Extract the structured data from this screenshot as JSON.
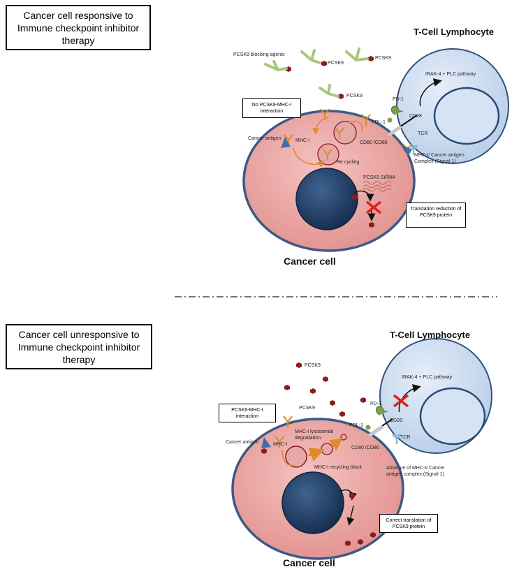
{
  "top": {
    "header": "Cancer cell responsive to Immune  checkpoint inhibitor therapy",
    "tcell_title": "T-Cell Lymphocyte",
    "cancer_title": "Cancer cell",
    "pcsk9_blocking": "PCSK9 blocking agents",
    "pcsk9_labels": [
      "PCSK9",
      "PCSK9",
      "PCSK9"
    ],
    "no_interaction_box": "No PCSK9-MHC-I interaction",
    "pathway": "IRAK-4  + PLC pathway",
    "pd1": "PD-1",
    "pdl1": "PDL-1",
    "cd28": "CD28",
    "cd80": "CD80 /CD86",
    "tcr": "TCR",
    "cancer_antigen": "Cancer antigen",
    "mhc": "MHC-I",
    "recycling": "Re cycling",
    "mhc_complex": "MHC-I/ Cancer antigen Complex (Signal 1)",
    "sirna": "PCSK9 SiRNA",
    "translation_box": "Translation reduction of PCSK9 protein"
  },
  "bottom": {
    "header": "Cancer cell unresponsive to Immune  checkpoint inhibitor therapy",
    "tcell_title": "T-Cell Lymphocyte",
    "cancer_title": "Cancer cell",
    "pcsk9_top": "PCSK9",
    "pcsk9_side": "PCSK9",
    "interaction_box": "PCSK9-MHC-I interaction",
    "pathway": "IRAK-4  + PLC pathway",
    "pd1": "PD-1",
    "pdl1": "PDL-1",
    "cd28": "CD28",
    "cd80": "CD80 /CD86",
    "tcr": "TCR",
    "cancer_antigen": "Cancer antigen",
    "mhc": "MHC-I",
    "lysosomal": "MHC-I lysosomial degradation",
    "recycling_block": "MHC-I recycling block",
    "absence": "Absence of MHC-I/ Cancer antigen complex (Signal 1)",
    "translation_box": "Correct translation of PCSK9 protein"
  },
  "colors": {
    "cancer_cell": "#e8a09e",
    "cancer_cell_border": "#3c5a86",
    "nucleus": "#1f3d63",
    "tcell": "#cfdff2",
    "tcell_border": "#33507a",
    "pcsk9": "#8a1e1e",
    "antibody": "#a9c77a",
    "receptor_orange": "#e08a2a",
    "inhibit": "#e02020"
  }
}
